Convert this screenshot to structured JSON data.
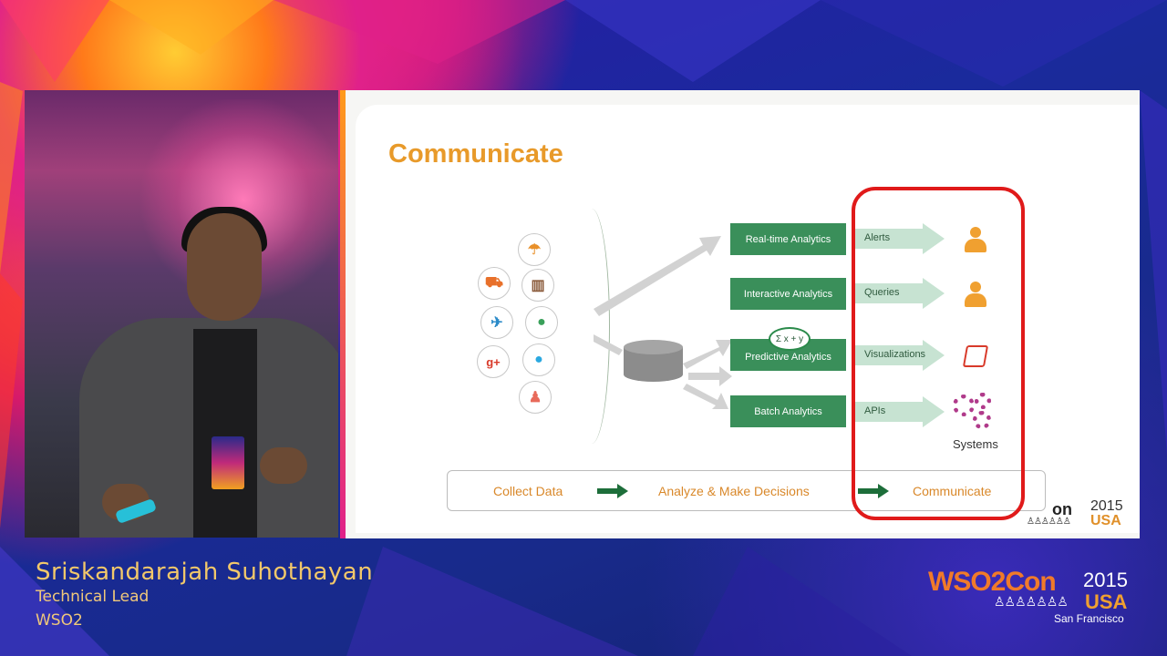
{
  "slide": {
    "title": "Communicate",
    "analytics": [
      {
        "label": "Real-time Analytics"
      },
      {
        "label": "Interactive  Analytics"
      },
      {
        "label": "Predictive Analytics"
      },
      {
        "label": "Batch Analytics"
      }
    ],
    "outputs": [
      {
        "label": "Alerts",
        "icon": "person-icon"
      },
      {
        "label": "Queries",
        "icon": "person-icon"
      },
      {
        "label": "Visualizations",
        "icon": "book-icon"
      },
      {
        "label": "APIs",
        "icon": "gears-icon"
      }
    ],
    "formula": "Σ x + y",
    "systems_label": "Systems",
    "pipeline": {
      "step1": "Collect Data",
      "step2": "Analyze &  Make Decisions",
      "step3": "Communicate"
    },
    "logo": {
      "on": "on",
      "year": "2015",
      "country": "USA"
    },
    "highlight_color": "#e01a1a",
    "accent_color": "#e89a2a",
    "box_color": "#3a8f5a"
  },
  "speaker": {
    "name": "Sriskandarajah Suhothayan",
    "title": "Technical Lead",
    "org": "WSO2"
  },
  "conference": {
    "name": "WSO2Con",
    "year": "2015",
    "country": "USA",
    "city": "San Francisco"
  }
}
